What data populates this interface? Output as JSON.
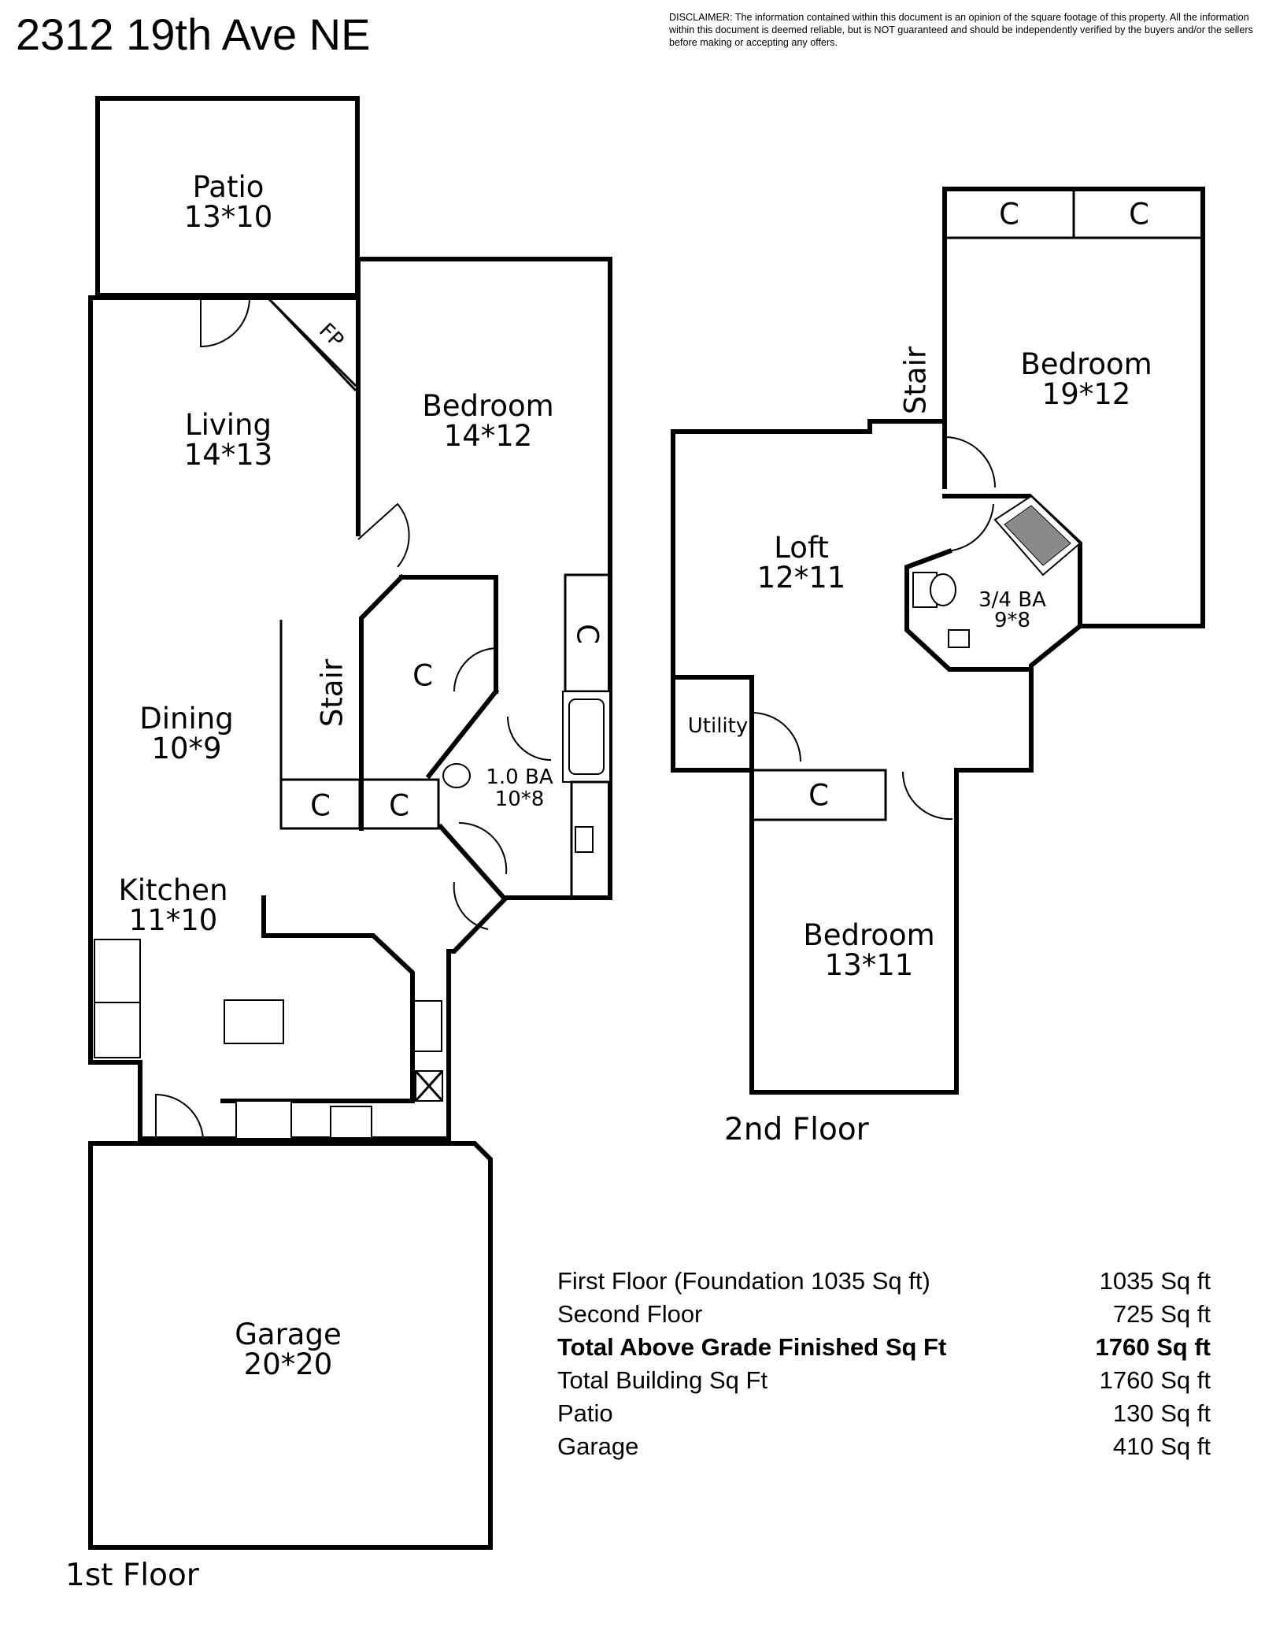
{
  "header": {
    "address": "2312 19th Ave NE",
    "disclaimer": "DISCLAIMER: The information contained within this document is an opinion of the square footage of this property. All the information within this document is deemed reliable, but is NOT guaranteed and should be independently verified by the buyers and/or the sellers before making or accepting any offers."
  },
  "first_floor": {
    "label": "1st Floor",
    "rooms": {
      "patio": {
        "name": "Patio",
        "dims": "13*10"
      },
      "living": {
        "name": "Living",
        "dims": "14*13"
      },
      "bedroom": {
        "name": "Bedroom",
        "dims": "14*12"
      },
      "dining": {
        "name": "Dining",
        "dims": "10*9"
      },
      "kitchen": {
        "name": "Kitchen",
        "dims": "11*10"
      },
      "bath": {
        "name": "1.0 BA",
        "dims": "10*8"
      },
      "garage": {
        "name": "Garage",
        "dims": "20*20"
      }
    },
    "fp": "FP",
    "stair": "Stair",
    "closet": "C"
  },
  "second_floor": {
    "label": "2nd Floor",
    "rooms": {
      "bedroom_a": {
        "name": "Bedroom",
        "dims": "19*12"
      },
      "loft": {
        "name": "Loft",
        "dims": "12*11"
      },
      "bath": {
        "name": "3/4 BA",
        "dims": "9*8"
      },
      "utility": {
        "name": "Utility"
      },
      "bedroom_b": {
        "name": "Bedroom",
        "dims": "13*11"
      }
    },
    "stair": "Stair",
    "closet": "C"
  },
  "area_table": [
    {
      "label": "First Floor (Foundation 1035 Sq ft)",
      "value": "1035 Sq ft",
      "bold": false
    },
    {
      "label": "Second Floor",
      "value": "725 Sq ft",
      "bold": false
    },
    {
      "label": "Total Above Grade Finished Sq Ft",
      "value": "1760 Sq ft",
      "bold": true
    },
    {
      "label": "Total Building Sq Ft",
      "value": "1760 Sq ft",
      "bold": false
    },
    {
      "label": "Patio",
      "value": "130 Sq ft",
      "bold": false
    },
    {
      "label": "Garage",
      "value": "410 Sq ft",
      "bold": false
    }
  ]
}
